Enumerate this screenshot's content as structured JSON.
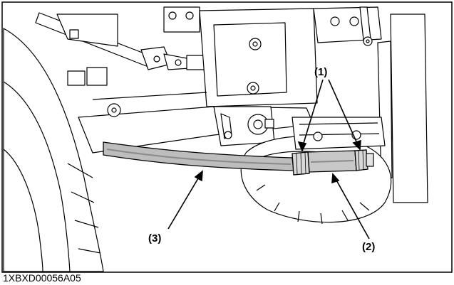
{
  "figure": {
    "id_code": "1XBXD00056A05"
  },
  "callouts": [
    {
      "key": "c1",
      "text": "(1)"
    },
    {
      "key": "c2",
      "text": "(2)"
    },
    {
      "key": "c3",
      "text": "(3)"
    }
  ]
}
